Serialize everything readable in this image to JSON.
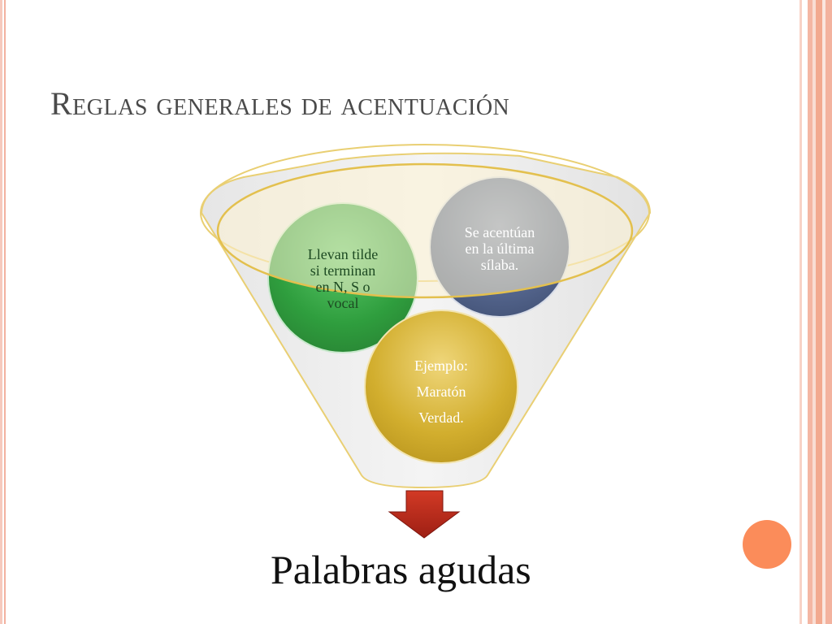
{
  "slide": {
    "title": "Reglas generales de acentuación",
    "footer_label": "Palabras agudas"
  },
  "circles": {
    "green": {
      "lines": [
        "Llevan tilde",
        "si terminan",
        "en N, S o",
        "vocal"
      ],
      "color": "#3fae4a"
    },
    "blue": {
      "lines": [
        "Se acentúan",
        "en la última",
        "sílaba."
      ],
      "color": "#5a6b92"
    },
    "gold": {
      "lines": [
        "Ejemplo:",
        "Maratón",
        "Verdad."
      ],
      "color": "#d6b53a"
    }
  },
  "colors": {
    "arrow": "#b8291c",
    "accent": "#fb8c5a",
    "funnel_rim": "#e8c96a"
  }
}
